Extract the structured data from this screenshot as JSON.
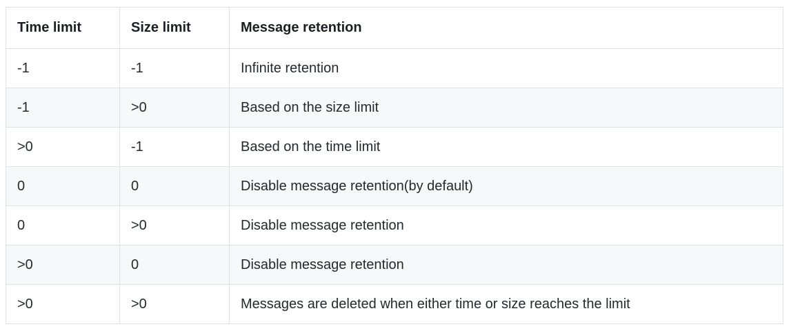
{
  "table": {
    "columns": [
      "Time limit",
      "Size limit",
      "Message retention"
    ],
    "rows": [
      {
        "time_limit": "-1",
        "size_limit": "-1",
        "message_retention": "Infinite retention",
        "striped": false
      },
      {
        "time_limit": "-1",
        "size_limit": ">0",
        "message_retention": "Based on the size limit",
        "striped": true
      },
      {
        "time_limit": ">0",
        "size_limit": "-1",
        "message_retention": "Based on the time limit",
        "striped": false
      },
      {
        "time_limit": "0",
        "size_limit": "0",
        "message_retention": "Disable message retention(by default)",
        "striped": true
      },
      {
        "time_limit": "0",
        "size_limit": ">0",
        "message_retention": "Disable message retention",
        "striped": false
      },
      {
        "time_limit": ">0",
        "size_limit": "0",
        "message_retention": "Disable message retention",
        "striped": true
      },
      {
        "time_limit": ">0",
        "size_limit": ">0",
        "message_retention": "Messages are deleted when either time or size reaches the limit",
        "striped": false
      }
    ]
  },
  "colors": {
    "border": "#dfe2e5",
    "stripe": "#f6f8fa",
    "text": "#24292e",
    "header_text": "#1b1f23",
    "background": "#ffffff"
  }
}
